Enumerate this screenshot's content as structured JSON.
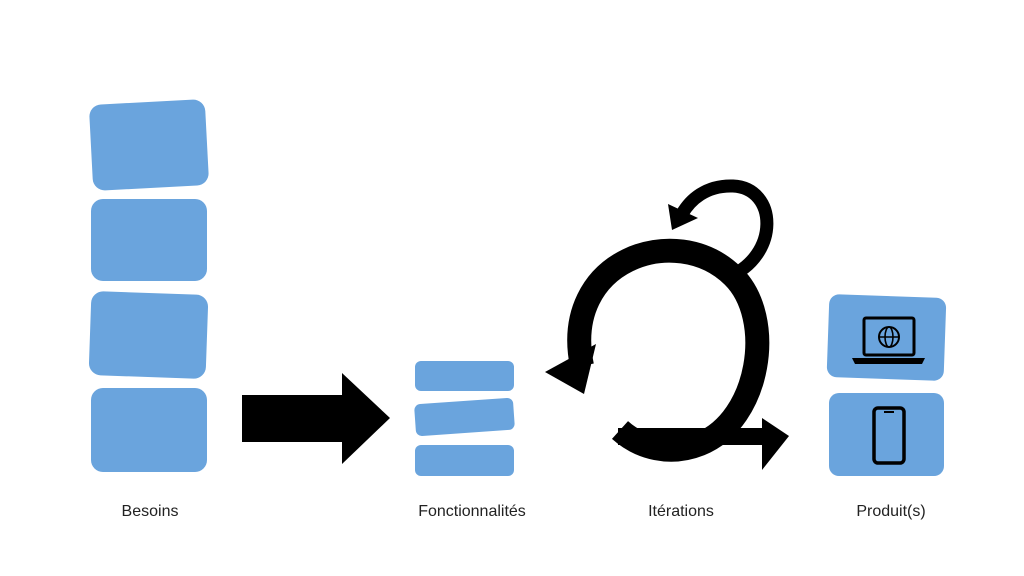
{
  "colors": {
    "block_fill": "#6aa4dd",
    "arrow_fill": "#000000",
    "background": "#ffffff"
  },
  "stages": [
    {
      "label": "Besoins"
    },
    {
      "label": "Fonctionnalités"
    },
    {
      "label": "Itérations"
    },
    {
      "label": "Produit(s)"
    }
  ],
  "icons": {
    "laptop": "laptop-globe-icon",
    "phone": "smartphone-icon",
    "forward_arrow": "right-arrow-icon",
    "cycle": "iteration-cycle-icon"
  }
}
